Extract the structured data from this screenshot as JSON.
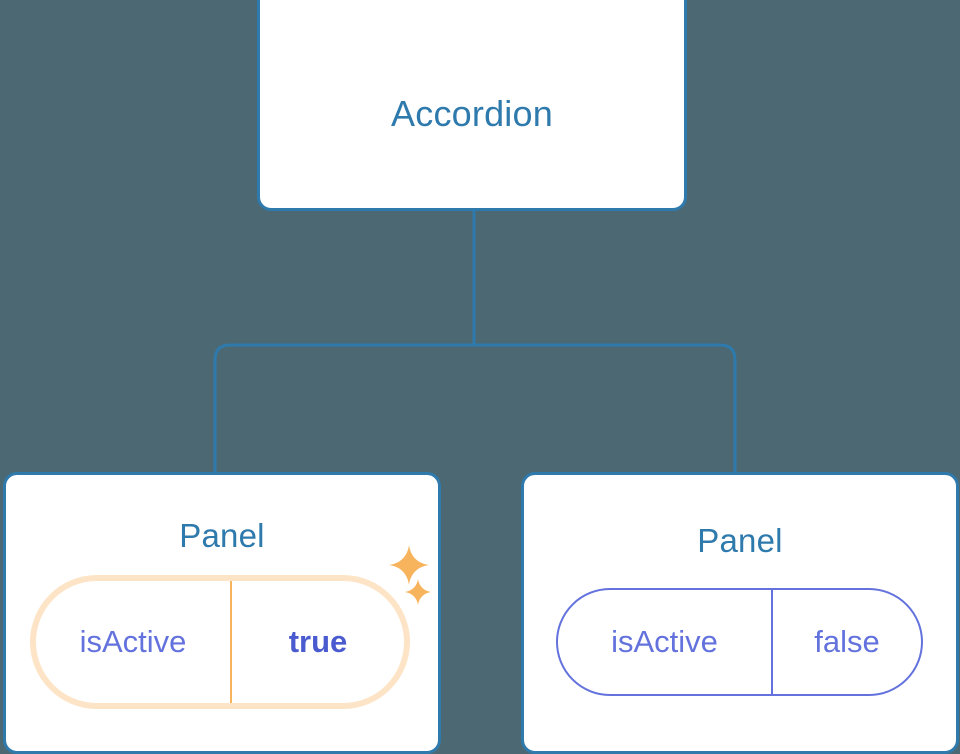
{
  "theme": {
    "background": "#4c6872",
    "card_background": "#ffffff",
    "card_border": "#2f7aad",
    "node_title_color": "#2f7aad",
    "connector_color": "#2f7aad",
    "prop_key_color": "#6372dd",
    "prop_value_color": "#4a5bd0",
    "highlight_color": "#f7b45c",
    "highlight_glow": "rgba(250, 190, 120, 0.42)",
    "sparkle_color": "#f7b45c"
  },
  "diagram": {
    "type": "component-tree",
    "root": {
      "name": "accordion-node",
      "title": "Accordion",
      "props": []
    },
    "children": [
      {
        "name": "panel-node-left",
        "title": "Panel",
        "highlighted": true,
        "prop": {
          "key": "isActive",
          "value": "true"
        },
        "decorations": [
          "sparkle-icon",
          "sparkle-icon"
        ]
      },
      {
        "name": "panel-node-right",
        "title": "Panel",
        "highlighted": false,
        "prop": {
          "key": "isActive",
          "value": "false"
        },
        "decorations": []
      }
    ]
  },
  "icons": {
    "sparkle_large": "sparkle-icon",
    "sparkle_small": "sparkle-icon"
  }
}
